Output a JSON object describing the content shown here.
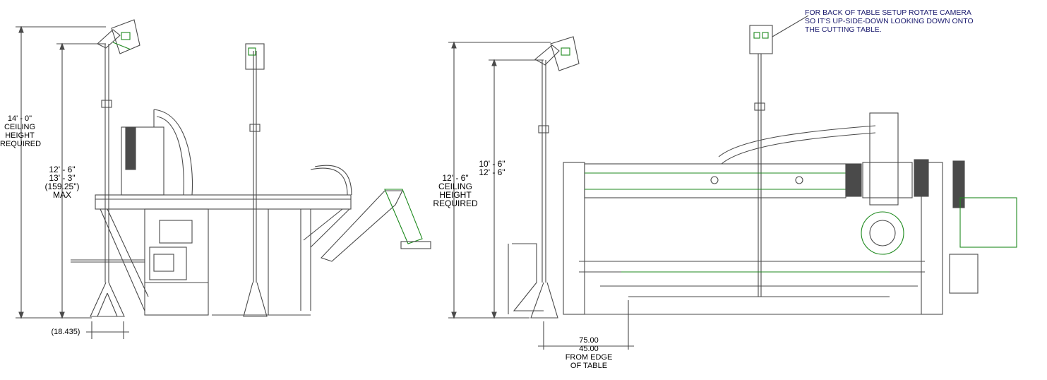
{
  "colors": {
    "line": "#4a4a4a",
    "accent": "#1f8a1f",
    "note": "#1a1a6e",
    "dim": "#6a6a6a"
  },
  "left_view": {
    "ceiling_label": {
      "l1": "14' - 0\"",
      "l2": "CEILING",
      "l3": "HEIGHT",
      "l4": "REQUIRED"
    },
    "height_label": {
      "l1": "12' - 6\"",
      "l2": "13' - 3\"",
      "l3": "(159.25\")",
      "l4": "MAX"
    },
    "base_dim": "(18.435)"
  },
  "right_view": {
    "ceiling_label": {
      "l1": "12' - 6\"",
      "l2": "CEILING",
      "l3": "HEIGHT",
      "l4": "REQUIRED"
    },
    "pole_label": {
      "l1": "10' - 6\"",
      "l2": "12' - 6\""
    },
    "offset_label": {
      "l1": "75.00",
      "l2": "45.00",
      "l3": "FROM EDGE",
      "l4": "OF TABLE"
    },
    "camera_note": {
      "l1": "FOR BACK OF TABLE SETUP ROTATE CAMERA",
      "l2": "SO IT'S UP-SIDE-DOWN LOOKING DOWN ONTO",
      "l3": "THE CUTTING TABLE."
    }
  }
}
